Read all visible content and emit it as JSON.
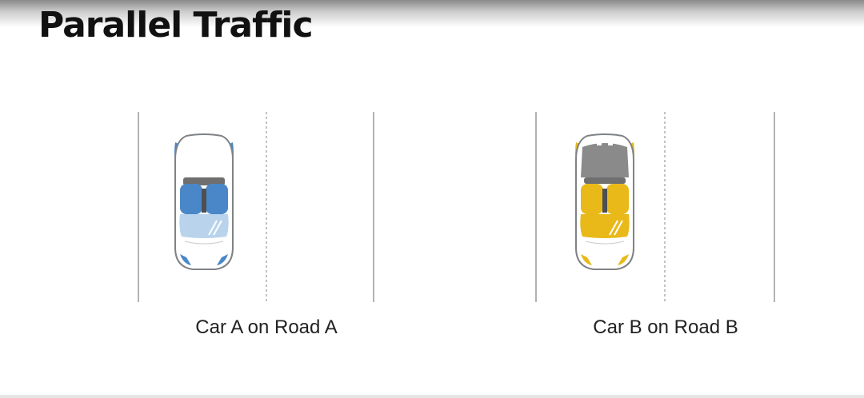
{
  "title": "Parallel Traffic",
  "colors": {
    "lane_line": "#9a9a9a",
    "car_outline": "#7f8285",
    "car_a_accent": "#4a87c8",
    "car_a_light": "#b9d3ec",
    "car_b_accent": "#e8b918",
    "car_b_light": "#f6e6a6",
    "interior": "#8a8a8a"
  },
  "scenes": [
    {
      "id": "a",
      "car": "Car A",
      "road": "Road A",
      "caption": "Car A on Road A",
      "car_color": "blue",
      "car_icon": "convertible-car-top-view-icon"
    },
    {
      "id": "b",
      "car": "Car B",
      "road": "Road B",
      "caption": "Car B on Road B",
      "car_color": "yellow",
      "car_icon": "convertible-car-top-view-icon"
    }
  ]
}
